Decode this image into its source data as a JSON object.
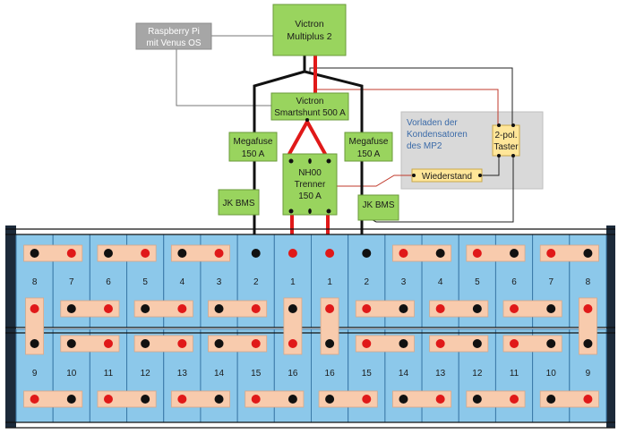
{
  "colors": {
    "green": "#99d45e",
    "green_stroke": "#6a9a3a",
    "gray_box": "#a6a6a6",
    "light_gray": "#d9d9d9",
    "yellow": "#ffe699",
    "cell": "#8cc8ea",
    "cell_stroke": "#3b79a8",
    "bus": "#f8cbad",
    "black": "#111111",
    "red": "#e01919",
    "thin_red": "#c0392b",
    "frame": "#1a1a1a",
    "blue_text": "#3a6aa8"
  },
  "components": {
    "victron": {
      "line1": "Victron",
      "line2": "Multiplus 2"
    },
    "raspberry": {
      "line1": "Raspberry Pi",
      "line2": "mit Venus OS"
    },
    "smartshunt": {
      "line1": "Victron",
      "line2": "Smartshunt 500 A"
    },
    "megafuse_left": {
      "line1": "Megafuse",
      "line2": "150 A"
    },
    "megafuse_right": {
      "line1": "Megafuse",
      "line2": "150 A"
    },
    "nh00": {
      "line1": "NH00",
      "line2": "Trenner",
      "line3": "150 A"
    },
    "jkbms_left": {
      "label": "JK BMS"
    },
    "jkbms_right": {
      "label": "JK BMS"
    },
    "precharge": {
      "line1": "Vorladen der",
      "line2": "Kondensatoren",
      "line3": "des MP2"
    },
    "taster": {
      "line1": "2-pol.",
      "line2": "Taster"
    },
    "widerstand": {
      "label": "Wiederstand"
    }
  },
  "battery": {
    "top_row_numbers": [
      "8",
      "7",
      "6",
      "5",
      "4",
      "3",
      "2",
      "1",
      "1",
      "2",
      "3",
      "4",
      "5",
      "6",
      "7",
      "8"
    ],
    "bottom_row_numbers": [
      "9",
      "10",
      "11",
      "12",
      "13",
      "14",
      "15",
      "16",
      "16",
      "15",
      "14",
      "13",
      "12",
      "11",
      "10",
      "9"
    ]
  }
}
